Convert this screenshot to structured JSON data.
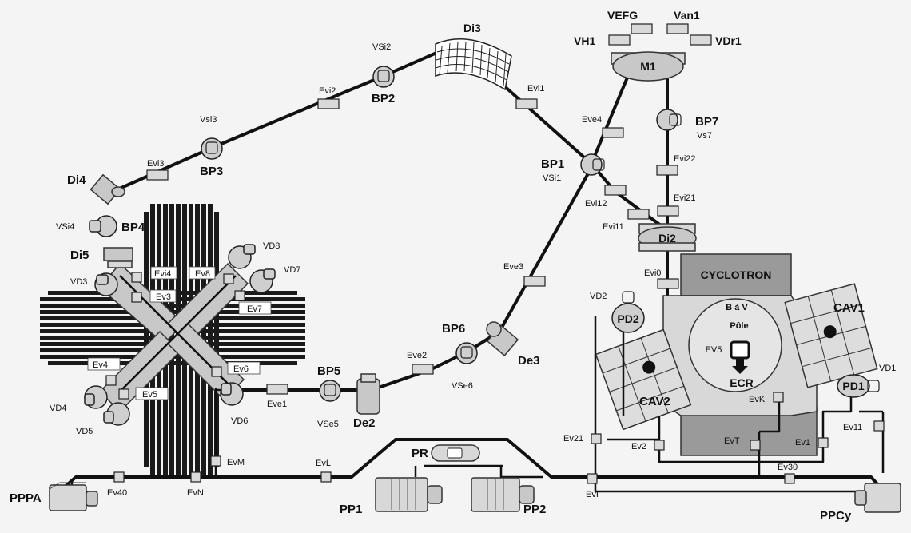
{
  "cyclotron": {
    "title": "CYCLOTRON",
    "bav": "B à V",
    "pole": "Pôle",
    "ev5": "EV5",
    "ecr": "ECR",
    "cav1": "CAV1",
    "cav2": "CAV2"
  },
  "magnet": {
    "m1": "M1",
    "vefg": "VEFG",
    "van1": "Van1",
    "vh1": "VH1",
    "vdr1": "VDr1"
  },
  "dipoles": {
    "di2": "Di2",
    "di3": "Di3",
    "di4": "Di4",
    "di5": "Di5"
  },
  "deflectors": {
    "de2": "De2",
    "de3": "De3"
  },
  "pumps": {
    "bp1": "BP1",
    "vsi1": "VSi1",
    "bp2": "BP2",
    "vsi2": "VSi2",
    "bp3": "BP3",
    "vsi3": "Vsi3",
    "bp4": "BP4",
    "vsi4": "VSi4",
    "bp5": "BP5",
    "vse5": "VSe5",
    "bp6": "BP6",
    "vse6": "VSe6",
    "bp7": "BP7",
    "vs7": "Vs7",
    "pd1": "PD1",
    "vd1": "VD1",
    "pd2": "PD2",
    "vd2": "VD2"
  },
  "valves": {
    "evi0": "Evi0",
    "evi1": "Evi1",
    "evi2": "Evi2",
    "evi3": "Evi3",
    "evi11": "Evi11",
    "evi12": "Evi12",
    "evi21": "Evi21",
    "evi22": "Evi22",
    "eve1": "Eve1",
    "eve2": "Eve2",
    "eve3": "Eve3",
    "eve4": "Eve4",
    "ev1": "Ev1",
    "ev2": "Ev2",
    "ev11": "Ev11",
    "ev21": "Ev21",
    "ev30": "Ev30",
    "ev40": "Ev40",
    "evk": "EvK",
    "evt": "EvT",
    "evl": "EvL",
    "evi": "EvI",
    "evm": "EvM",
    "evn": "EvN",
    "ev3": "Ev3",
    "ev4": "Ev4",
    "ev5": "Ev5",
    "ev6": "Ev6",
    "ev7": "Ev7",
    "ev8": "Ev8",
    "evi4": "Evi4"
  },
  "hub_valves": {
    "vd3": "VD3",
    "vd4": "VD4",
    "vd5": "VD5",
    "vd6": "VD6",
    "vd7": "VD7",
    "vd8": "VD8"
  },
  "primary_pumps": {
    "pppa": "PPPA",
    "pp1": "PP1",
    "pp2": "PP2",
    "ppcy": "PPCy",
    "pr": "PR"
  }
}
